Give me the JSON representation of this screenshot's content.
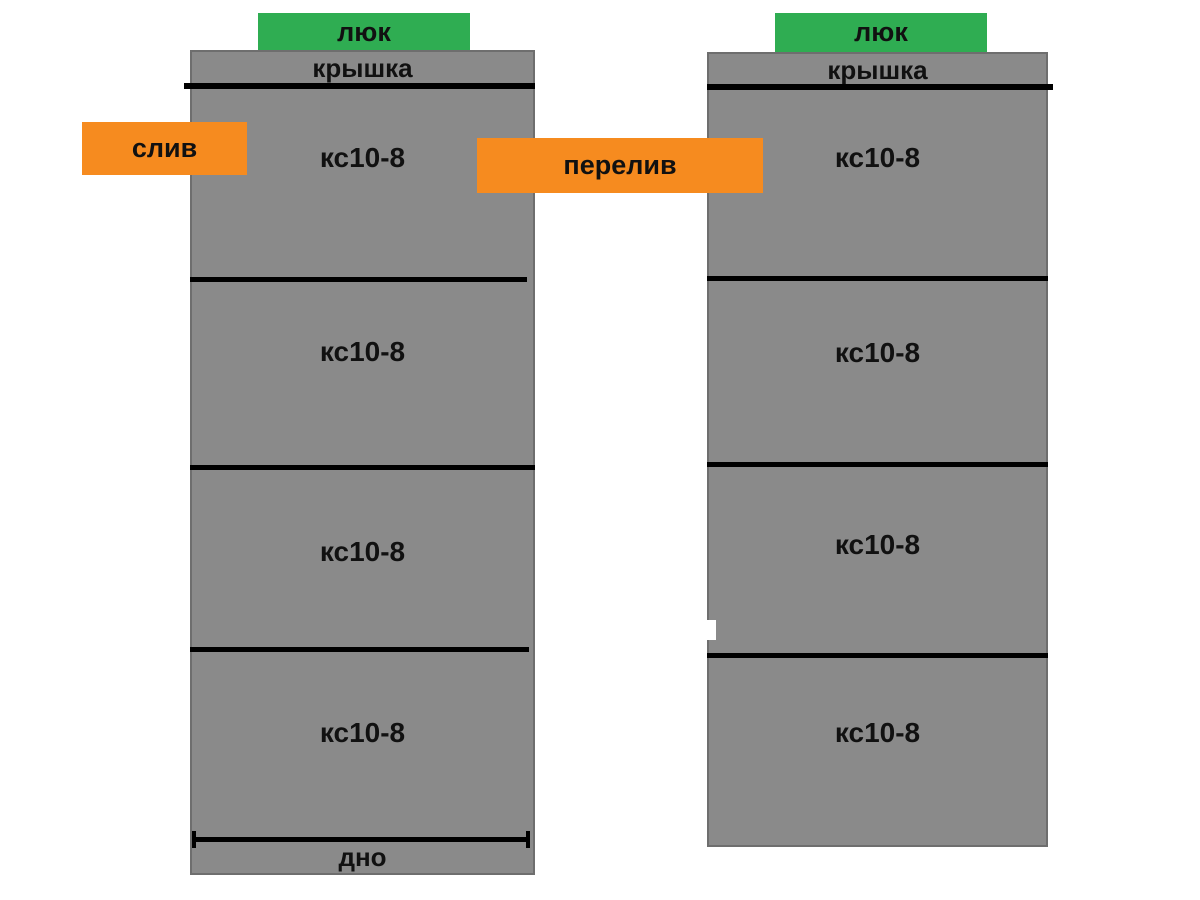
{
  "left_well": {
    "hatch_label": "люк",
    "cover_label": "крышка",
    "rings": [
      "кс10-8",
      "кс10-8",
      "кс10-8",
      "кс10-8"
    ],
    "bottom_label": "дно"
  },
  "right_well": {
    "hatch_label": "люк",
    "cover_label": "крышка",
    "rings": [
      "кс10-8",
      "кс10-8",
      "кс10-8",
      "кс10-8"
    ]
  },
  "callouts": {
    "drain": "слив",
    "overflow": "перелив"
  },
  "colors": {
    "ring_gray": "#8a8a8a",
    "column_border": "#6e6e6e",
    "hatch_green": "#2fad52",
    "callout_orange": "#f68b1f",
    "line_black": "#000000",
    "text_dark": "#111111",
    "background": "#ffffff"
  }
}
